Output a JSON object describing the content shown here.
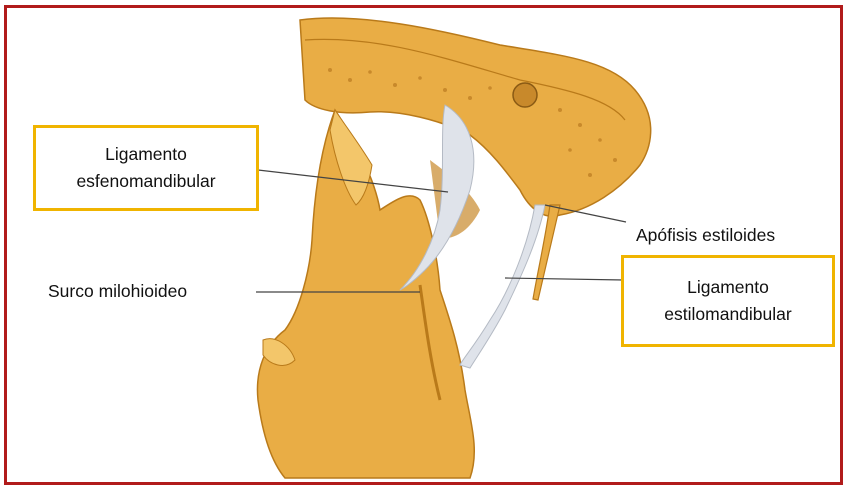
{
  "colors": {
    "frame_border": "#b11b1b",
    "box_border": "#f0b400",
    "bone": "#e9ad45",
    "bone_light": "#f3c66a",
    "bone_dark": "#b97a1a",
    "ligament": "#dfe3ea",
    "leader_line": "#444444"
  },
  "labels": {
    "esfenomandibular": {
      "line1": "Ligamento",
      "line2": "esfenomandibular"
    },
    "surco": {
      "text": "Surco milohioideo"
    },
    "apofisis": {
      "text": "Apófisis estiloides"
    },
    "estilomandibular": {
      "line1": "Ligamento",
      "line2": "estilomandibular"
    }
  }
}
